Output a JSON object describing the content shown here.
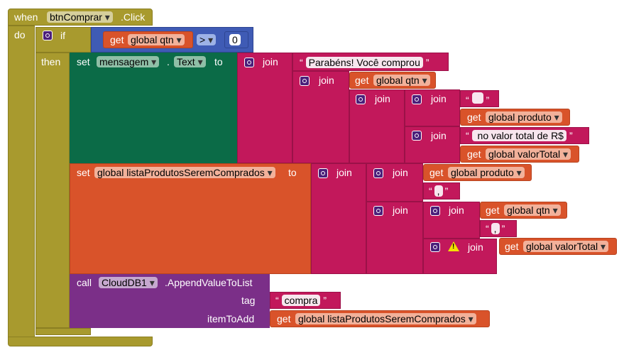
{
  "event": {
    "when": "when",
    "component": "btnComprar",
    "event_name": ".Click",
    "do": "do"
  },
  "if_block": {
    "if": "if",
    "then": "then",
    "get": "get",
    "var": "global qtn",
    "op": ">",
    "value": "0"
  },
  "set_mensagem": {
    "set": "set",
    "component": "mensagem",
    "dot": ".",
    "property": "Text",
    "to": "to",
    "join": "join",
    "text1": "Parabéns! Você comprou",
    "get": "get",
    "var_qtn": "global qtn",
    "space": " ",
    "var_produto": "global produto",
    "text_total": " no valor total de R$",
    "var_valor": "global valorTotal"
  },
  "set_lista": {
    "set": "set",
    "var": "global listaProdutosSeremComprados",
    "to": "to",
    "join": "join",
    "get": "get",
    "var_produto": "global produto",
    "comma1": ",",
    "var_qtn": "global qtn",
    "comma2": ",",
    "var_valor": "global valorTotal"
  },
  "call": {
    "call": "call",
    "component": "CloudDB1",
    "method": ".AppendValueToList",
    "tag_label": "tag",
    "tag_value": "compra",
    "item_label": "itemToAdd",
    "get": "get",
    "var": "global listaProdutosSeremComprados"
  },
  "colors": {
    "event": "#a89a2e",
    "control": "#a89a2e",
    "math": "#3f5bb5",
    "variable": "#d9532a",
    "text": "#c2185b",
    "component_set": "#0b6b47",
    "component_call": "#7b2f88"
  },
  "icons": [
    "mutator-gear-icon",
    "warning-icon"
  ]
}
